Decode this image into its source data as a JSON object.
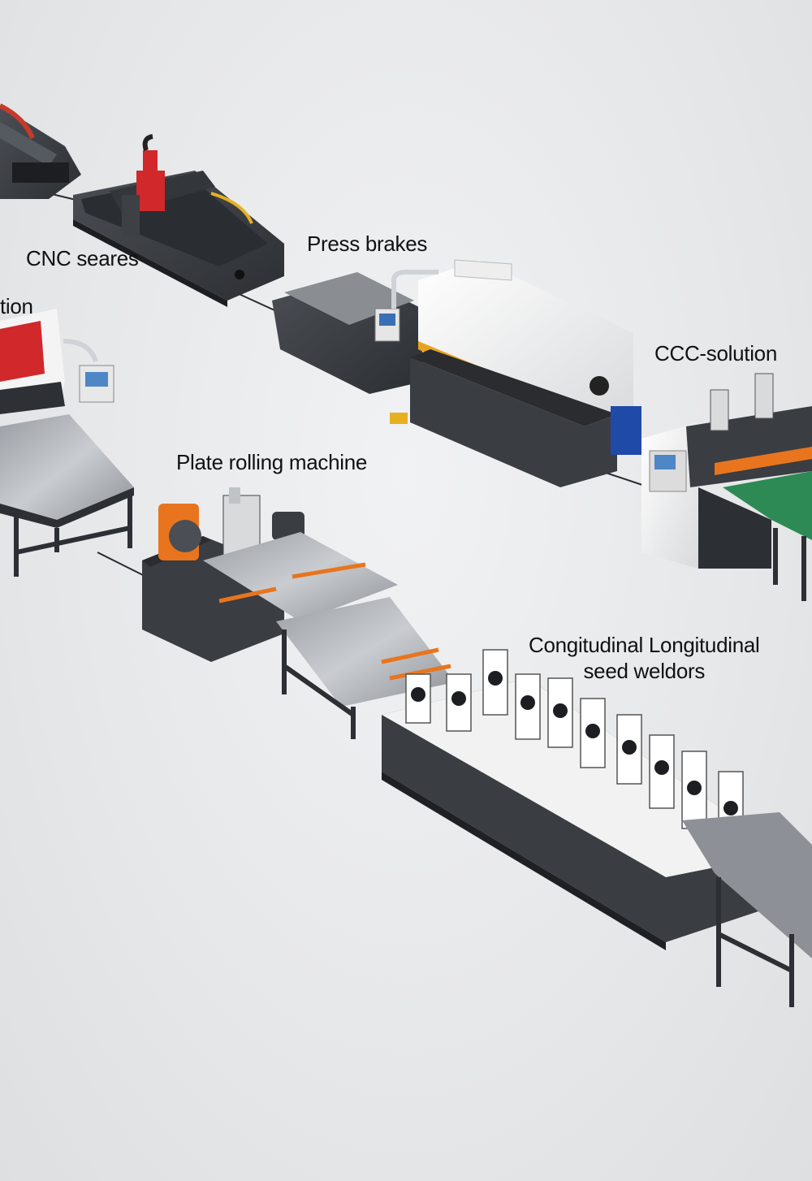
{
  "labels": {
    "cnc": "CNC seares",
    "press": "Press brakes",
    "tion": "tion",
    "ccc": "CCC-solution",
    "plate": "Plate rolling machine",
    "weld_line1": "Congitudinal Longitudinal",
    "weld_line2": "seed weldors"
  },
  "colors": {
    "background": "#e9eaec",
    "machine_body": "#3a3d42",
    "machine_light": "#f2f2f2",
    "accent_red": "#d0282b",
    "accent_orange": "#e8751e",
    "accent_blue": "#1f4aa8",
    "accent_green": "#2e8a55"
  }
}
